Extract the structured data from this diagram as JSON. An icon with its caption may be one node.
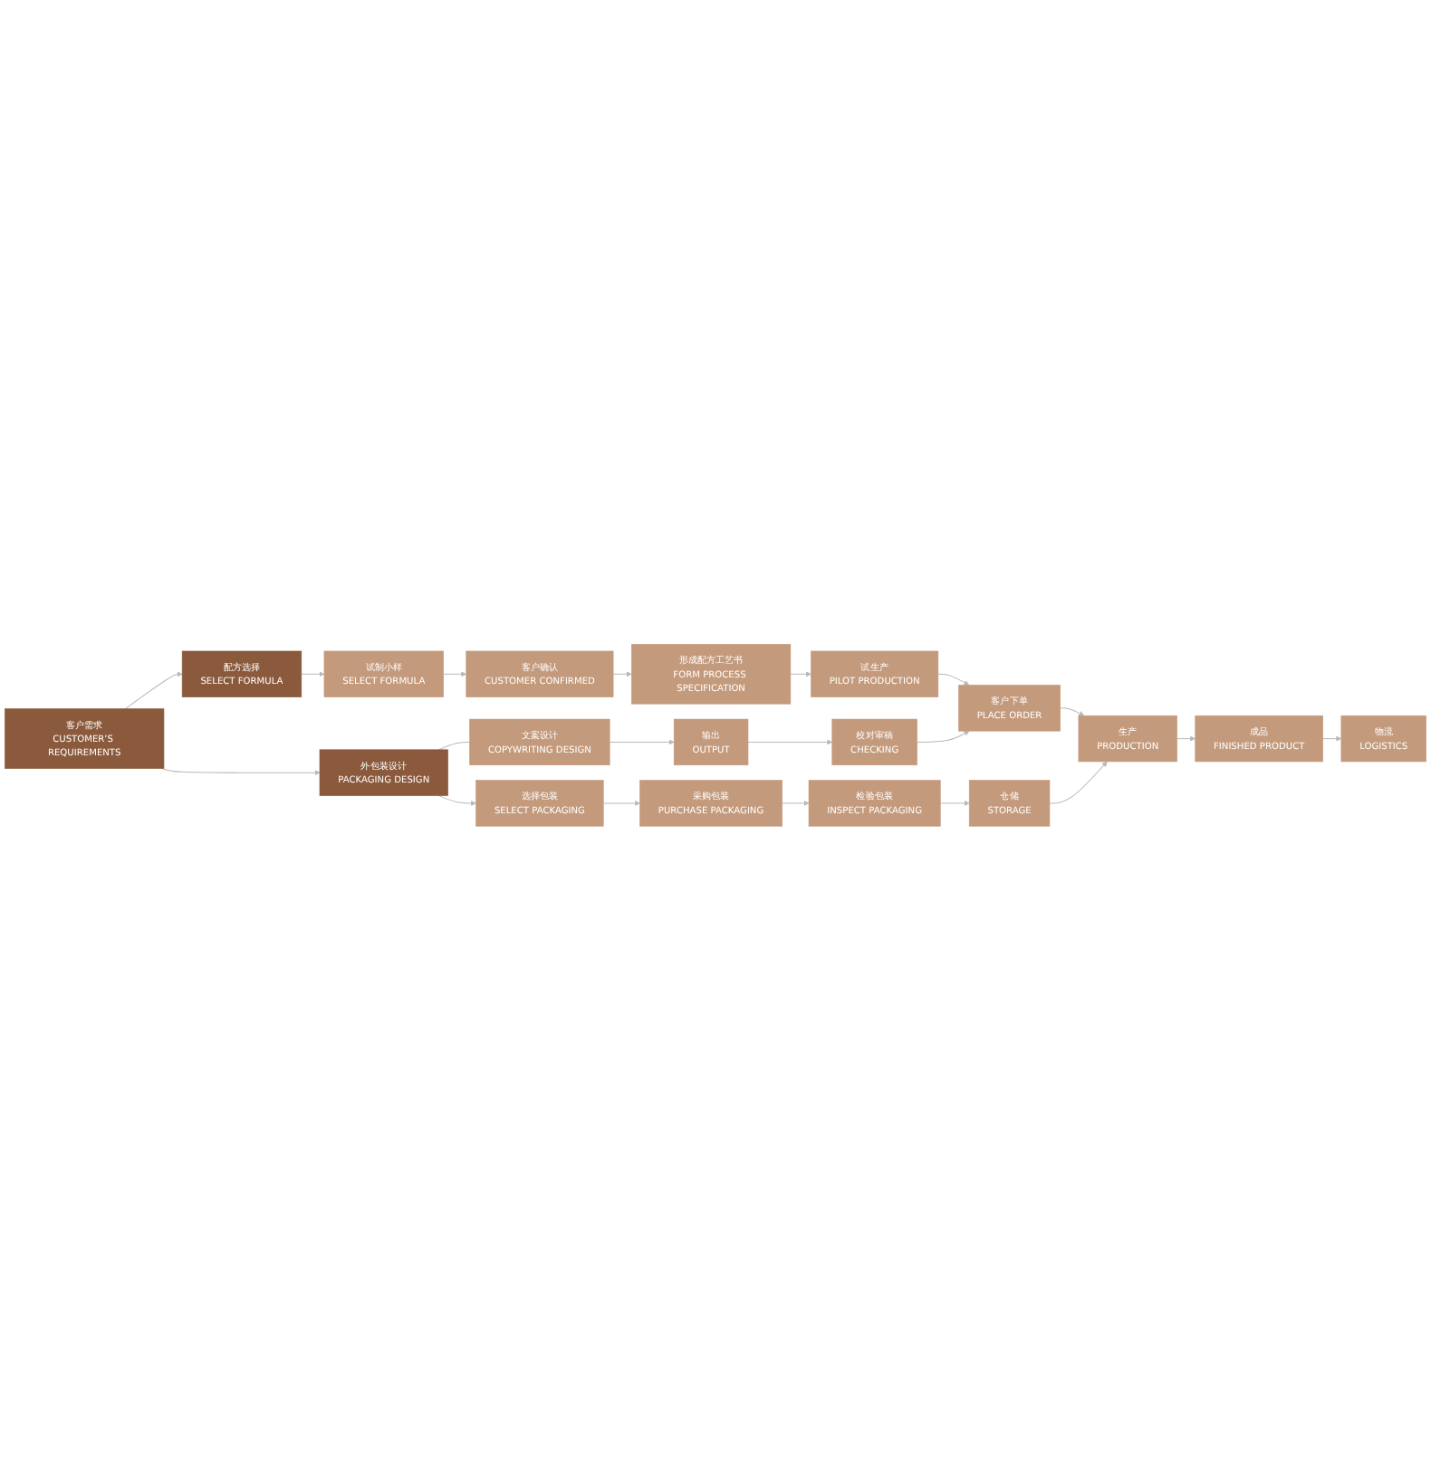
{
  "diagram": {
    "nodes": [
      {
        "text": [
          "客户需求",
          "CUSTOMER’S REQUIREMENTS"
        ]
      },
      {
        "text": [
          "配方选择",
          "SELECT FORMULA"
        ]
      },
      {
        "text": [
          "试制小样",
          "SELECT FORMULA"
        ]
      },
      {
        "text": [
          "客户确认",
          "CUSTOMER CONFIRMED"
        ]
      },
      {
        "text": [
          "形成配方工艺书",
          "FORM PROCESS SPECIFICATION"
        ]
      },
      {
        "text": [
          "试生产",
          "PILOT PRODUCTION"
        ]
      },
      {
        "text": [
          "外包装设计",
          "PACKAGING DESIGN"
        ]
      },
      {
        "text": [
          "文案设计",
          "COPYWRITING DESIGN"
        ]
      },
      {
        "text": [
          "输出",
          "OUTPUT"
        ]
      },
      {
        "text": [
          "校对审稿",
          "CHECKING"
        ]
      },
      {
        "text": [
          "客户下单",
          "PLACE ORDER"
        ]
      },
      {
        "text": [
          "生产",
          "PRODUCTION"
        ]
      },
      {
        "text": [
          "成品",
          "FINISHED PRODUCT"
        ]
      },
      {
        "text": [
          "物流",
          "LOGISTICS"
        ]
      },
      {
        "text": [
          "选择包装",
          "SELECT PACKAGING"
        ]
      },
      {
        "text": [
          "采购包装",
          "PURCHASE PACKAGING"
        ]
      },
      {
        "text": [
          "检验包装",
          "INSPECT PACKAGING"
        ]
      },
      {
        "text": [
          "仓储",
          "STORAGE"
        ]
      }
    ],
    "edges": [
      {
        "from": 0,
        "to": 1,
        "arrow": "to"
      },
      {
        "from": 0,
        "to": 6,
        "arrow": "to"
      },
      {
        "from": 1,
        "to": 2,
        "arrow": "to"
      },
      {
        "from": 2,
        "to": 3,
        "arrow": "to"
      },
      {
        "from": 3,
        "to": 4,
        "arrow": "to"
      },
      {
        "from": 4,
        "to": 5,
        "arrow": "to"
      },
      {
        "from": 5,
        "to": 10,
        "arrow": "to"
      },
      {
        "from": 6,
        "to": 7,
        "arrow": "none"
      },
      {
        "from": 7,
        "to": 8,
        "arrow": "to"
      },
      {
        "from": 8,
        "to": 9,
        "arrow": "to"
      },
      {
        "from": 9,
        "to": 10,
        "arrow": "to"
      },
      {
        "from": 10,
        "to": 11,
        "arrow": "to"
      },
      {
        "from": 11,
        "to": 12,
        "arrow": "to"
      },
      {
        "from": 12,
        "to": 13,
        "arrow": "to"
      },
      {
        "from": 6,
        "to": 14,
        "arrow": "to"
      },
      {
        "from": 14,
        "to": 15,
        "arrow": "to"
      },
      {
        "from": 15,
        "to": 16,
        "arrow": "to"
      },
      {
        "from": 16,
        "to": 17,
        "arrow": "to"
      },
      {
        "from": 17,
        "to": 11,
        "arrow": "to"
      }
    ]
  }
}
